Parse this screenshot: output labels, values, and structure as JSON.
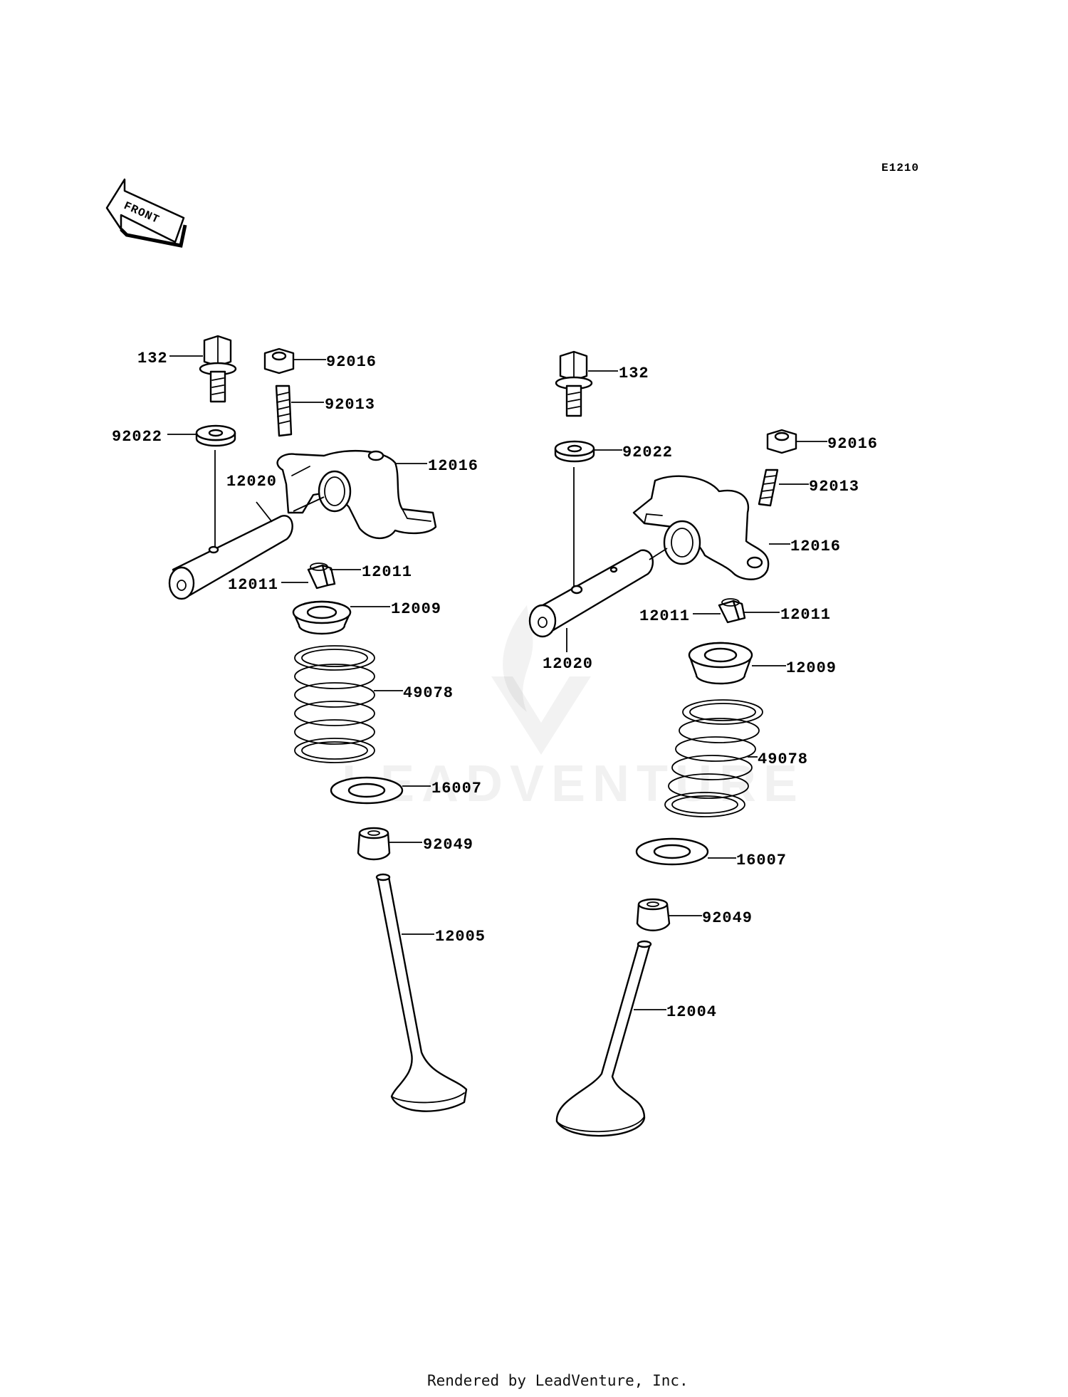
{
  "diagram_code": "E1210",
  "front_label": "FRONT",
  "watermark": "LEADVENTURE",
  "footer": "Rendered by LeadVenture, Inc.",
  "left_group": {
    "bolt": "132",
    "nut": "92016",
    "adjust_screw": "92013",
    "washer": "92022",
    "rocker_arm": "12016",
    "rocker_shaft": "12020",
    "keeper_right": "12011",
    "keeper_left": "12011",
    "retainer": "12009",
    "spring": "49078",
    "spring_seat": "16007",
    "stem_seal": "92049",
    "valve": "12005"
  },
  "right_group": {
    "bolt": "132",
    "washer": "92022",
    "nut": "92016",
    "adjust_screw": "92013",
    "rocker_arm": "12016",
    "rocker_shaft": "12020",
    "keeper_left": "12011",
    "keeper_right": "12011",
    "retainer": "12009",
    "spring": "49078",
    "spring_seat": "16007",
    "stem_seal": "92049",
    "valve": "12004"
  }
}
